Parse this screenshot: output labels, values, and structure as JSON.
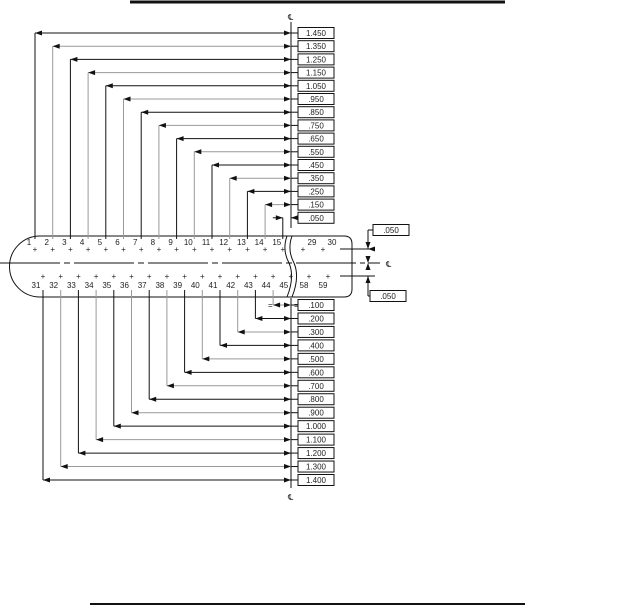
{
  "centerline_symbol": "℄",
  "top_pins": [
    "1",
    "2",
    "3",
    "4",
    "5",
    "6",
    "7",
    "8",
    "9",
    "10",
    "11",
    "12",
    "13",
    "14",
    "15"
  ],
  "top_right_pins": [
    "29",
    "30"
  ],
  "bottom_pins": [
    "31",
    "32",
    "33",
    "34",
    "35",
    "36",
    "37",
    "38",
    "39",
    "40",
    "41",
    "42",
    "43",
    "44",
    "45"
  ],
  "bottom_right_pins": [
    "58",
    "59"
  ],
  "top_dimensions": [
    "1.450",
    "1.350",
    "1.250",
    "1.150",
    "1.050",
    ".950",
    ".850",
    ".750",
    ".650",
    ".550",
    ".450",
    ".350",
    ".250",
    ".150",
    ".050"
  ],
  "bottom_dimensions": [
    "1.400",
    "1.300",
    "1.200",
    "1.100",
    "1.000",
    ".900",
    ".800",
    ".700",
    ".600",
    ".500",
    ".400",
    ".300",
    ".200",
    ".100"
  ],
  "row_offset_top": ".050",
  "row_offset_bottom": ".050",
  "equal_mark": "=",
  "colors": {
    "line": "#111111",
    "faint": "#999999"
  }
}
